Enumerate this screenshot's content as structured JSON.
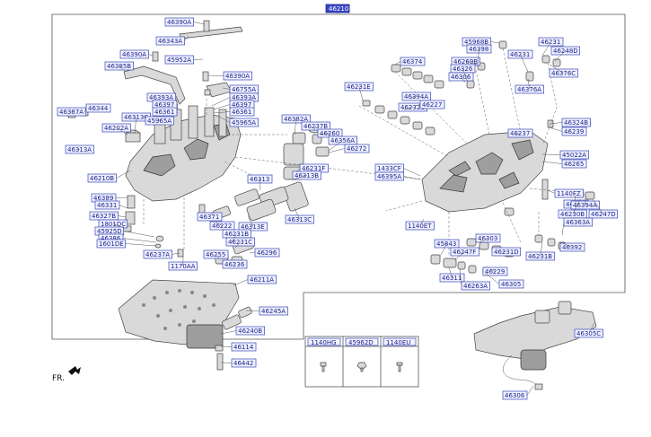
{
  "main_label": "46210",
  "orientation_label": "FR.",
  "labels": [
    {
      "id": "l46390A_1",
      "text": "46390A"
    },
    {
      "id": "l46343A",
      "text": "46343A"
    },
    {
      "id": "l46390A_2",
      "text": "46390A"
    },
    {
      "id": "l45952A",
      "text": "45952A"
    },
    {
      "id": "l46385B",
      "text": "46385B"
    },
    {
      "id": "l46390A_3",
      "text": "46390A"
    },
    {
      "id": "l46755A",
      "text": "46755A"
    },
    {
      "id": "l46393A_1",
      "text": "46393A"
    },
    {
      "id": "l46397_1",
      "text": "46397"
    },
    {
      "id": "l46361_1",
      "text": "46361"
    },
    {
      "id": "l46393A_2",
      "text": "46393A"
    },
    {
      "id": "l46397_2",
      "text": "46397"
    },
    {
      "id": "l46361_2",
      "text": "46361"
    },
    {
      "id": "l46387A",
      "text": "46387A"
    },
    {
      "id": "l46344",
      "text": "46344"
    },
    {
      "id": "l46313C_1",
      "text": "46313C"
    },
    {
      "id": "l45965A_1",
      "text": "45965A"
    },
    {
      "id": "l45965A_2",
      "text": "45965A"
    },
    {
      "id": "l46202A",
      "text": "46202A"
    },
    {
      "id": "l46313A",
      "text": "46313A"
    },
    {
      "id": "l46210B",
      "text": "46210B"
    },
    {
      "id": "l46389",
      "text": "46389"
    },
    {
      "id": "l46331",
      "text": "46331"
    },
    {
      "id": "l46327B",
      "text": "46327B"
    },
    {
      "id": "l1801DC",
      "text": "1801DC"
    },
    {
      "id": "l45925D",
      "text": "45925D"
    },
    {
      "id": "l46386",
      "text": "46386"
    },
    {
      "id": "l1601DE",
      "text": "1601DE"
    },
    {
      "id": "l46237A",
      "text": "46237A"
    },
    {
      "id": "l1170AA",
      "text": "1170AA"
    },
    {
      "id": "l46382A",
      "text": "46382A"
    },
    {
      "id": "l46237B",
      "text": "46237B"
    },
    {
      "id": "l46260",
      "text": "46260"
    },
    {
      "id": "l46356A",
      "text": "46356A"
    },
    {
      "id": "l46272",
      "text": "46272"
    },
    {
      "id": "l46231F",
      "text": "46231F"
    },
    {
      "id": "l46313B",
      "text": "46313B"
    },
    {
      "id": "l46313_1",
      "text": "46313"
    },
    {
      "id": "l46313C_2",
      "text": "46313C"
    },
    {
      "id": "l46371",
      "text": "46371"
    },
    {
      "id": "l46222",
      "text": "46222"
    },
    {
      "id": "l46313E",
      "text": "46313E"
    },
    {
      "id": "l46231B_1",
      "text": "46231B"
    },
    {
      "id": "l46231C_1",
      "text": "46231C"
    },
    {
      "id": "l46255",
      "text": "46255"
    },
    {
      "id": "l46236",
      "text": "46236"
    },
    {
      "id": "l46296",
      "text": "46296"
    },
    {
      "id": "l46211A",
      "text": "46211A"
    },
    {
      "id": "l46245A",
      "text": "46245A"
    },
    {
      "id": "l46240B",
      "text": "46240B"
    },
    {
      "id": "l46114",
      "text": "46114"
    },
    {
      "id": "l46442",
      "text": "46442"
    },
    {
      "id": "l46374",
      "text": "46374"
    },
    {
      "id": "l46231E",
      "text": "46231E"
    },
    {
      "id": "l46394A_1",
      "text": "46394A"
    },
    {
      "id": "l46232C",
      "text": "46232C"
    },
    {
      "id": "l46227",
      "text": "46227"
    },
    {
      "id": "l45968B",
      "text": "45968B"
    },
    {
      "id": "l46398",
      "text": "46398"
    },
    {
      "id": "l46269B",
      "text": "46269B"
    },
    {
      "id": "l46326",
      "text": "46326"
    },
    {
      "id": "l46306",
      "text": "46306"
    },
    {
      "id": "l46231_1",
      "text": "46231"
    },
    {
      "id": "l46231_2",
      "text": "46231"
    },
    {
      "id": "l46248D",
      "text": "46248D"
    },
    {
      "id": "l46376C",
      "text": "46376C"
    },
    {
      "id": "l46376A",
      "text": "46376A"
    },
    {
      "id": "l46324B",
      "text": "46324B"
    },
    {
      "id": "l46239",
      "text": "46239"
    },
    {
      "id": "l46237",
      "text": "46237"
    },
    {
      "id": "l45022A",
      "text": "45022A"
    },
    {
      "id": "l46265",
      "text": "46265"
    },
    {
      "id": "l1433CF",
      "text": "1433CF"
    },
    {
      "id": "l46395A",
      "text": "46395A"
    },
    {
      "id": "l1140FZ",
      "text": "1140FZ"
    },
    {
      "id": "l46226",
      "text": "46226"
    },
    {
      "id": "l46394A_2",
      "text": "46394A"
    },
    {
      "id": "l46230B",
      "text": "46230B"
    },
    {
      "id": "l46247D",
      "text": "46247D"
    },
    {
      "id": "l46363A",
      "text": "46363A"
    },
    {
      "id": "l1140ET",
      "text": "1140ET"
    },
    {
      "id": "l46303",
      "text": "46303"
    },
    {
      "id": "l45843",
      "text": "45843"
    },
    {
      "id": "l46247F",
      "text": "46247F"
    },
    {
      "id": "l46231D",
      "text": "46231D"
    },
    {
      "id": "l46392",
      "text": "46392"
    },
    {
      "id": "l46231B_2",
      "text": "46231B"
    },
    {
      "id": "l46229",
      "text": "46229"
    },
    {
      "id": "l46311",
      "text": "46311"
    },
    {
      "id": "l46263A",
      "text": "46263A"
    },
    {
      "id": "l46305",
      "text": "46305"
    },
    {
      "id": "l46305C",
      "text": "46305C"
    },
    {
      "id": "l46306b",
      "text": "46306"
    }
  ],
  "fastener_table": {
    "headers": [
      "1140HG",
      "45962D",
      "1140EU"
    ]
  }
}
